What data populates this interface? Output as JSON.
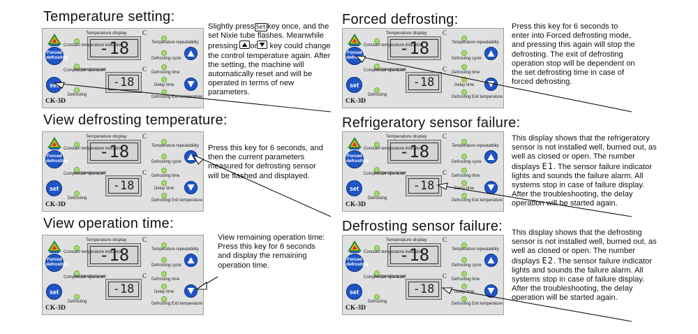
{
  "panel": {
    "model": "CK-3D",
    "display_top_label": "Temperature display",
    "display_bottom_label": "Temperature set",
    "celsius": "C",
    "top_reading": "-18",
    "bottom_reading": "-18",
    "forced_button": "Forced defrosting",
    "set_button": "set",
    "left_labels": {
      "constant": "Constant temperature indication",
      "compressor": "Compressor operation",
      "defrosting": "Defrosting"
    },
    "right_labels": {
      "repeat": "Temperature repeatability",
      "cycle": "Defrosting cycle",
      "time": "Defrosting time",
      "delay": "Delay time",
      "exit": "Defrosting Exit temperature"
    },
    "colors": {
      "panel_bg": "#dfe0df",
      "button_blue": "#1f55c6",
      "led_green": "#a6dc6a"
    }
  },
  "sections": {
    "temp_setting": {
      "title": "Temperature setting:",
      "text_a": "Slightly press",
      "key": "Set",
      "text_b": "key once, and the set Nixie tube flashes. Meanwhile pressing",
      "text_or": "or",
      "text_c": "key could change the control temperature again. After the setting, the machine will automatically reset and will be operated in terms of new parameters."
    },
    "view_defrost_temp": {
      "title": "View defrosting temperature:",
      "text": "Press this key for 6 seconds, and then the current parameters measured for defrosting sensor will be flashed and displayed."
    },
    "view_operation_time": {
      "title": "View operation time:",
      "text": "View remaining operation time:\nPress this key for 6 seconds and display the remaining operation time."
    },
    "forced_defrosting": {
      "title": "Forced defrosting:",
      "text": "Press this key for 6 seconds to enter into Forced defrosting mode, and pressing this again will stop the defrosting. The exit of defrosting operation stop will be dependent on the set defrosting time in case of forced defrosting."
    },
    "refrig_sensor_failure": {
      "title": "Refrigeratory sensor failure:",
      "text_a": "This display shows that the refrigeratory sensor is not installed well, burned out, as well as closed or open. The number displays",
      "code": "E1",
      "text_b": ". The sensor failure indicator lights and sounds the failure alarm. All systems stop in case of failure display. After the troubleshooting, the delay operation will be started again."
    },
    "defrost_sensor_failure": {
      "title": "Defrosting sensor failure:",
      "text_a": "This display shows that the defrosting sensor is not installed well, burned out, as well as closed or open. The number displays",
      "code": "E2",
      "text_b": ". The sensor failure indicator lights and sounds the failure alarm. All systems stop in case of failure display. After the troubleshooting, the delay operation will be started again."
    }
  }
}
